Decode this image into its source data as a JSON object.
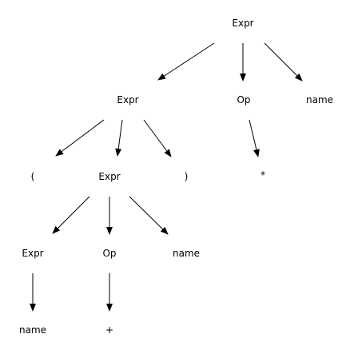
{
  "tree": {
    "nodes": [
      {
        "id": "n1",
        "label": "Expr"
      },
      {
        "id": "n2",
        "label": "Expr"
      },
      {
        "id": "n3",
        "label": "Op"
      },
      {
        "id": "n4",
        "label": "name"
      },
      {
        "id": "n5",
        "label": "("
      },
      {
        "id": "n6",
        "label": "Expr"
      },
      {
        "id": "n7",
        "label": ")"
      },
      {
        "id": "n8",
        "label": "*"
      },
      {
        "id": "n9",
        "label": "Expr"
      },
      {
        "id": "n10",
        "label": "Op"
      },
      {
        "id": "n11",
        "label": "name"
      },
      {
        "id": "n12",
        "label": "name"
      },
      {
        "id": "n13",
        "label": "+"
      }
    ],
    "edges": [
      {
        "from": "n1",
        "to": "n2"
      },
      {
        "from": "n1",
        "to": "n3"
      },
      {
        "from": "n1",
        "to": "n4"
      },
      {
        "from": "n2",
        "to": "n5"
      },
      {
        "from": "n2",
        "to": "n6"
      },
      {
        "from": "n2",
        "to": "n7"
      },
      {
        "from": "n3",
        "to": "n8"
      },
      {
        "from": "n6",
        "to": "n9"
      },
      {
        "from": "n6",
        "to": "n10"
      },
      {
        "from": "n6",
        "to": "n11"
      },
      {
        "from": "n9",
        "to": "n12"
      },
      {
        "from": "n10",
        "to": "n13"
      }
    ]
  }
}
